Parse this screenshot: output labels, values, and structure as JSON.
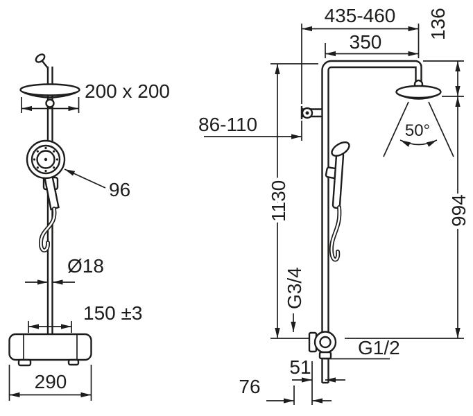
{
  "colors": {
    "line": "#1d1d1b",
    "background": "#ffffff"
  },
  "dims": {
    "front": {
      "head_size": "200 x 200",
      "hand_shower": "96",
      "pipe_diameter": "Ø18",
      "spacing": "150 ±3",
      "width": "290"
    },
    "side": {
      "reach": "435-460",
      "drop": "136",
      "arm": "350",
      "bracket": "86-110",
      "angle": "50°",
      "height_total": "1130",
      "height_head": "994",
      "inlet_thread": "G3/4",
      "outlet_thread": "G1/2",
      "outlet_offset": "51",
      "inlet_offset": "76"
    }
  }
}
